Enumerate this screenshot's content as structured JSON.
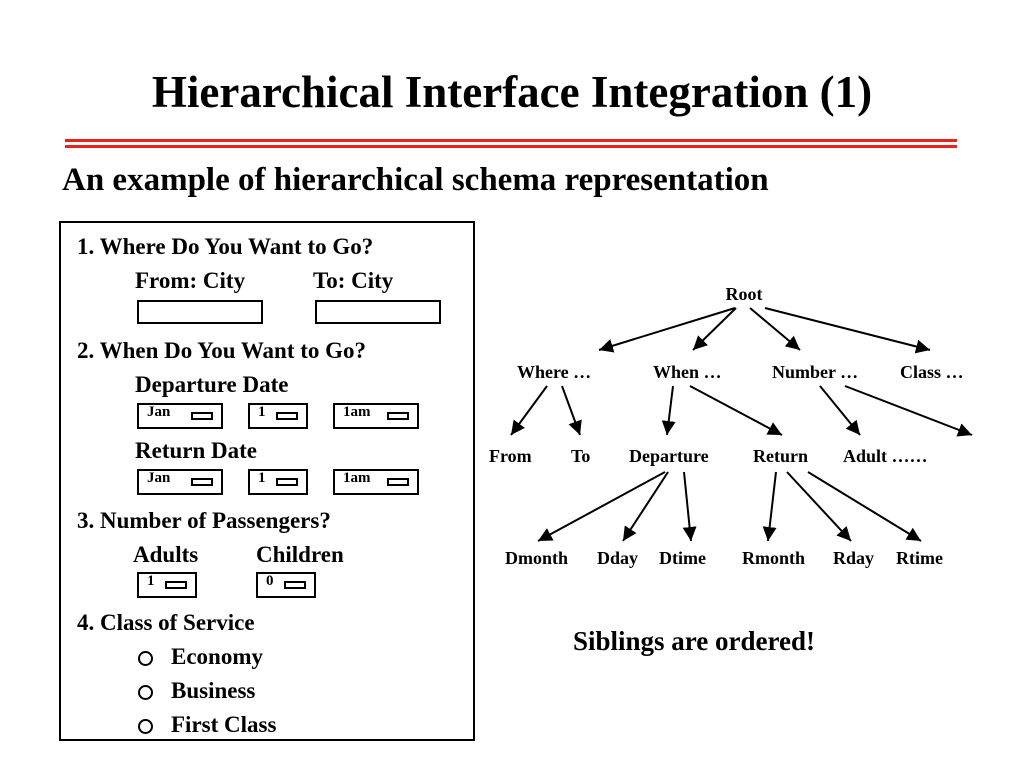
{
  "slide": {
    "title": "Hierarchical Interface Integration (1)",
    "subtitle": "An example of hierarchical schema representation",
    "note": "Siblings are ordered!",
    "accent_color": "#e8231e"
  },
  "form": {
    "q1": {
      "label": "1.  Where Do You Want to Go?",
      "from_label": "From: City",
      "to_label": "To: City"
    },
    "q2": {
      "label": "2.  When Do You Want to Go?",
      "departure_label": "Departure Date",
      "departure": {
        "month": "Jan",
        "day": "1",
        "time": "1am"
      },
      "return_label": "Return Date",
      "return": {
        "month": "Jan",
        "day": "1",
        "time": "1am"
      }
    },
    "q3": {
      "label": "3.  Number of Passengers?",
      "adults_label": "Adults",
      "children_label": "Children",
      "adults_value": "1",
      "children_value": "0"
    },
    "q4": {
      "label": "4.  Class of Service",
      "options": [
        "Economy",
        "Business",
        "First Class"
      ]
    }
  },
  "tree": {
    "root": "Root",
    "level1": [
      "Where …",
      "When …",
      "Number …",
      "Class …"
    ],
    "level2": [
      "From",
      "To",
      "Departure",
      "Return",
      "Adult ……"
    ],
    "level3": [
      "Dmonth",
      "Dday",
      "Dtime",
      "Rmonth",
      "Rday",
      "Rtime"
    ]
  }
}
